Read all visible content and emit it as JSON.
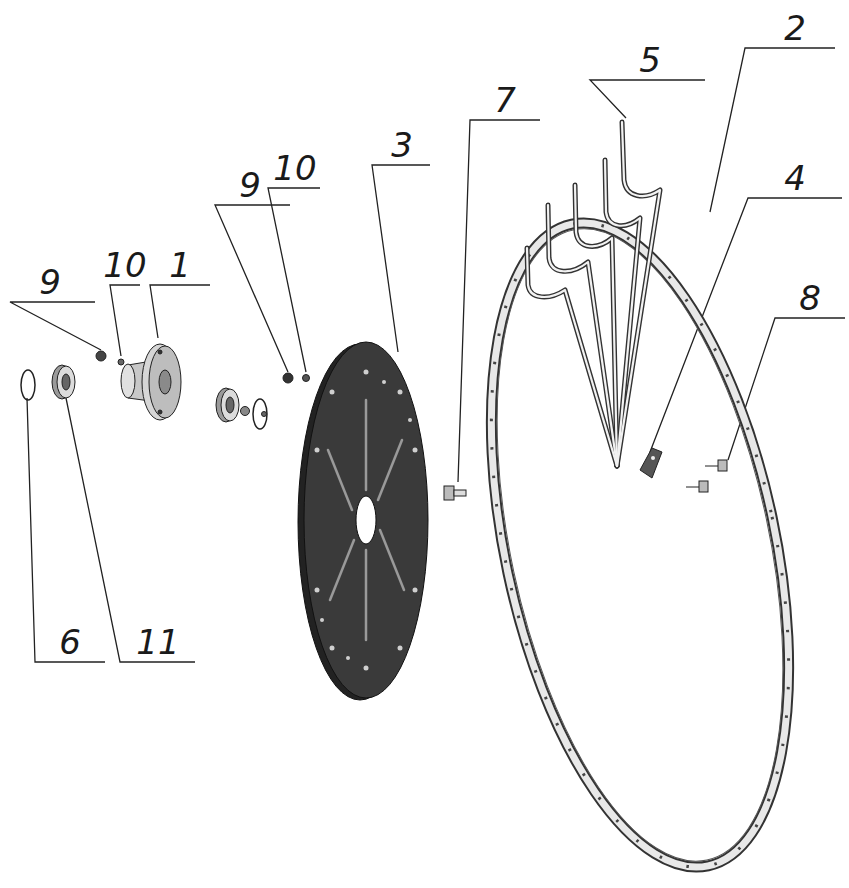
{
  "diagram": {
    "labels": [
      "2",
      "5",
      "7",
      "3",
      "10",
      "4",
      "9",
      "10",
      "1",
      "9",
      "8",
      "6",
      "11"
    ]
  }
}
